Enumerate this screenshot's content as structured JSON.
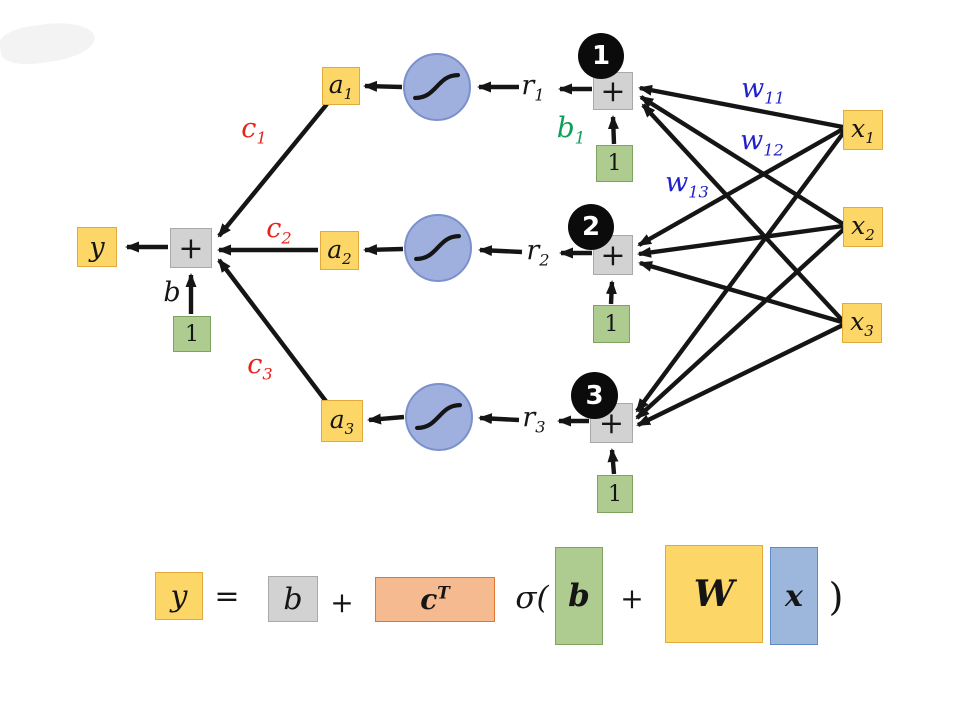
{
  "diagram": {
    "inputs": [
      {
        "base": "x",
        "sub": "1"
      },
      {
        "base": "x",
        "sub": "2"
      },
      {
        "base": "x",
        "sub": "3"
      }
    ],
    "input_weight_labels": [
      {
        "base": "w",
        "sub": "11"
      },
      {
        "base": "w",
        "sub": "12"
      },
      {
        "base": "w",
        "sub": "13"
      }
    ],
    "neurons": [
      {
        "number": "1",
        "sum": "+",
        "bias_input": "1",
        "r": {
          "base": "r",
          "sub": "1"
        },
        "a": {
          "base": "a",
          "sub": "1"
        }
      },
      {
        "number": "2",
        "sum": "+",
        "bias_input": "1",
        "r": {
          "base": "r",
          "sub": "2"
        },
        "a": {
          "base": "a",
          "sub": "2"
        }
      },
      {
        "number": "3",
        "sum": "+",
        "bias_input": "1",
        "r": {
          "base": "r",
          "sub": "3"
        },
        "a": {
          "base": "a",
          "sub": "3"
        }
      }
    ],
    "hidden_bias_label": {
      "base": "b",
      "sub": "1"
    },
    "output_weight_labels": [
      {
        "base": "c",
        "sub": "1"
      },
      {
        "base": "c",
        "sub": "2"
      },
      {
        "base": "c",
        "sub": "3"
      }
    ],
    "output": {
      "sum": "+",
      "bias_label": "b",
      "bias_input": "1",
      "y": "y"
    }
  },
  "formula": {
    "lhs": "y",
    "equals": "=",
    "bias_scalar": "b",
    "plus_1": "+",
    "c_transpose": {
      "base": "c",
      "sup": "T"
    },
    "sigma_open": "σ(",
    "bias_vector": "b",
    "plus_2": "+",
    "weight_matrix": "W",
    "input_vector": "x",
    "paren_close": ")"
  },
  "colors": {
    "box_yellow": "#FCD667",
    "box_yellow_border": "#E2A93B",
    "box_gray": "#D2D2D2",
    "box_green": "#AFCC90",
    "box_salmon": "#F5BA90",
    "box_blue": "#9DB6DC",
    "circle_blue": "#9FB0DF",
    "circle_black": "#0B0B0B",
    "label_red": "#E8231A",
    "label_blue": "#2121CB",
    "label_green": "#0E9F58",
    "line_black": "#151515"
  }
}
